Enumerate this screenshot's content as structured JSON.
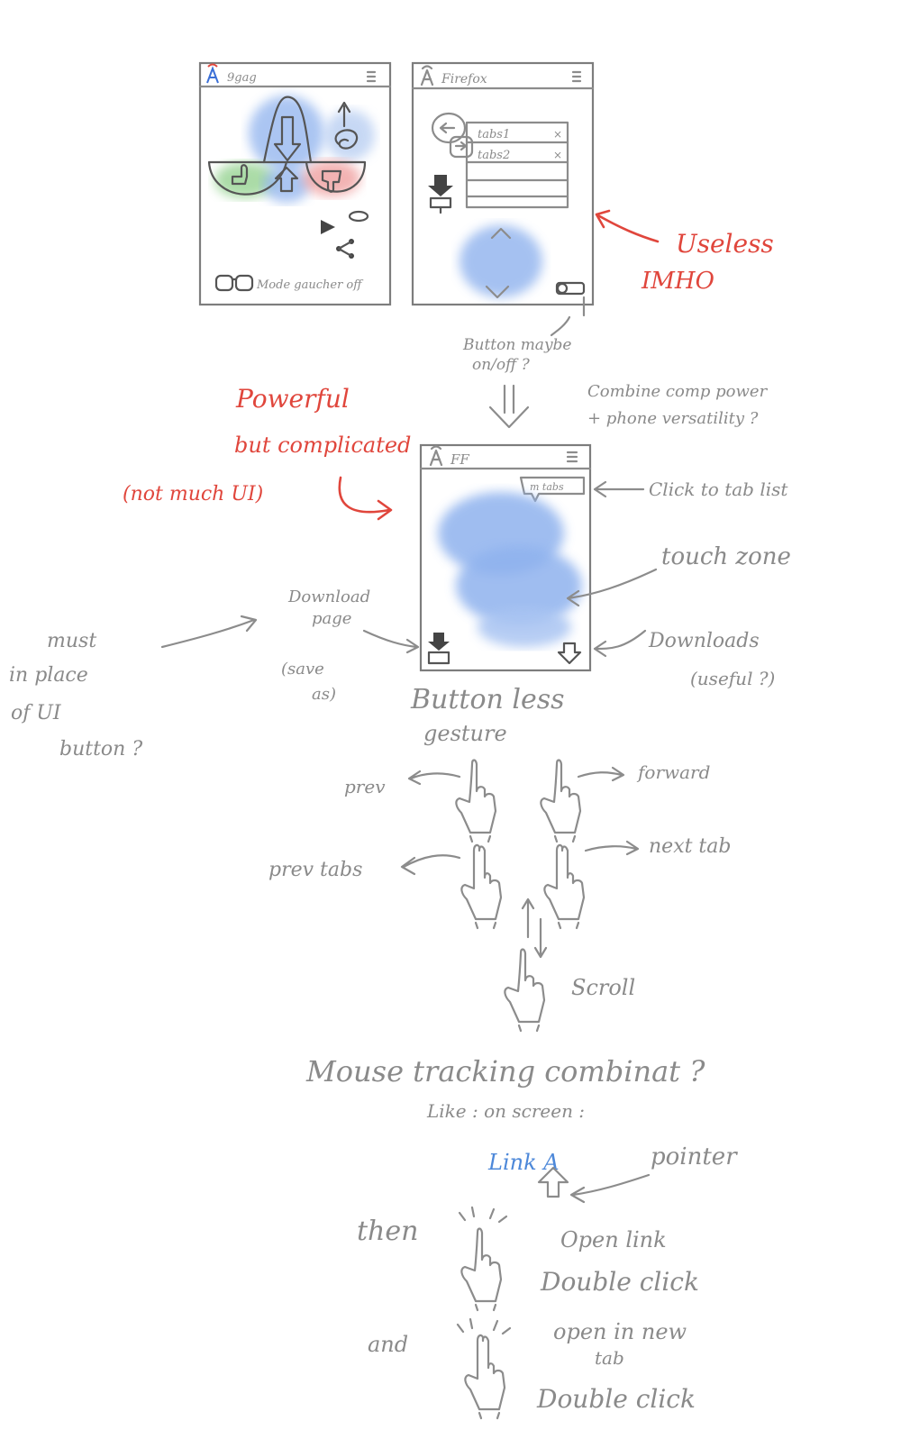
{
  "phone_9gag": {
    "title": "9gag",
    "mode_label": "Mode gaucher off"
  },
  "phone_firefox": {
    "title": "Firefox",
    "tab1": "tabs1",
    "tab2": "tabs2"
  },
  "phone_ff": {
    "title": "FF",
    "tabs_badge": "m tabs"
  },
  "notes": {
    "useless": "Useless",
    "imho": "IMHO",
    "button_toggle": [
      "Button maybe",
      "on/off ?"
    ],
    "combine": [
      "Combine comp power",
      "+ phone versatility ?"
    ],
    "powerful": [
      "Powerful",
      "but complicated",
      "(not much UI)"
    ],
    "click_tab_list": "Click to tab list",
    "touch_zone": "touch zone",
    "download_page": [
      "Download",
      "page",
      "(save",
      "as)"
    ],
    "must_in_place": [
      "must",
      "in place",
      "of UI",
      "button ?"
    ],
    "downloads": [
      "Downloads",
      "(useful ?)"
    ],
    "buttonless": [
      "Button less",
      "gesture"
    ]
  },
  "gestures": {
    "prev": "prev",
    "forward": "forward",
    "prev_tabs": "prev tabs",
    "next_tab": "next tab",
    "scroll": "Scroll"
  },
  "mouse": {
    "heading": "Mouse tracking combinat ?",
    "subheading": "Like : on screen :",
    "link": "Link A",
    "pointer": "pointer",
    "then": "then",
    "open_link": "Open link",
    "double_click_1": "Double click",
    "and": "and",
    "open_new_tab": [
      "open in new",
      "tab"
    ],
    "double_click_2": "Double click"
  },
  "colors": {
    "ink": "#8a8a8a",
    "red": "#e0463c",
    "blue": "#4d88d9",
    "wash_blue": "#8fb2ee",
    "wash_green": "#8fd08a",
    "wash_red": "#ee9a9a"
  }
}
